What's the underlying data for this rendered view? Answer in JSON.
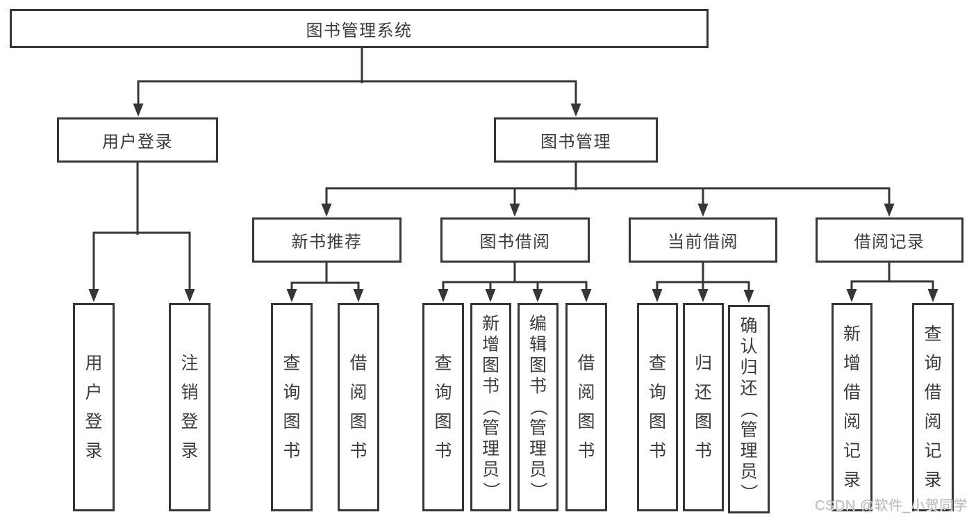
{
  "tree": {
    "root": {
      "label": "图书管理系统",
      "children": {
        "user_login": {
          "label": "用户登录",
          "children": {
            "login": {
              "label": "用户登录"
            },
            "logout": {
              "label": "注销登录"
            }
          }
        },
        "book_mgmt": {
          "label": "图书管理",
          "children": {
            "new_book_rec": {
              "label": "新书推荐",
              "children": {
                "query_books": {
                  "label": "查询图书"
                },
                "borrow_books": {
                  "label": "借阅图书"
                }
              }
            },
            "book_borrow": {
              "label": "图书借阅",
              "children": {
                "query_books": {
                  "label": "查询图书"
                },
                "add_books": {
                  "label": "新增图书（管理员）"
                },
                "edit_books": {
                  "label": "编辑图书（管理员）"
                },
                "borrow_books": {
                  "label": "借阅图书"
                }
              }
            },
            "current_borrow": {
              "label": "当前借阅",
              "children": {
                "query_books": {
                  "label": "查询图书"
                },
                "return_books": {
                  "label": "归还图书"
                },
                "confirm_return": {
                  "label": "确认归还（管理员）"
                }
              }
            },
            "borrow_records": {
              "label": "借阅记录",
              "children": {
                "add_record": {
                  "label": "新增借阅记录"
                },
                "query_record": {
                  "label": "查询借阅记录"
                }
              }
            }
          }
        }
      }
    }
  },
  "watermark": {
    "text": "CSDN @软件_小贺同学"
  },
  "colors": {
    "line": "#363636",
    "text": "#3c3c3e",
    "watermark_text": "#bdbdbd",
    "background": "#ffffff"
  }
}
